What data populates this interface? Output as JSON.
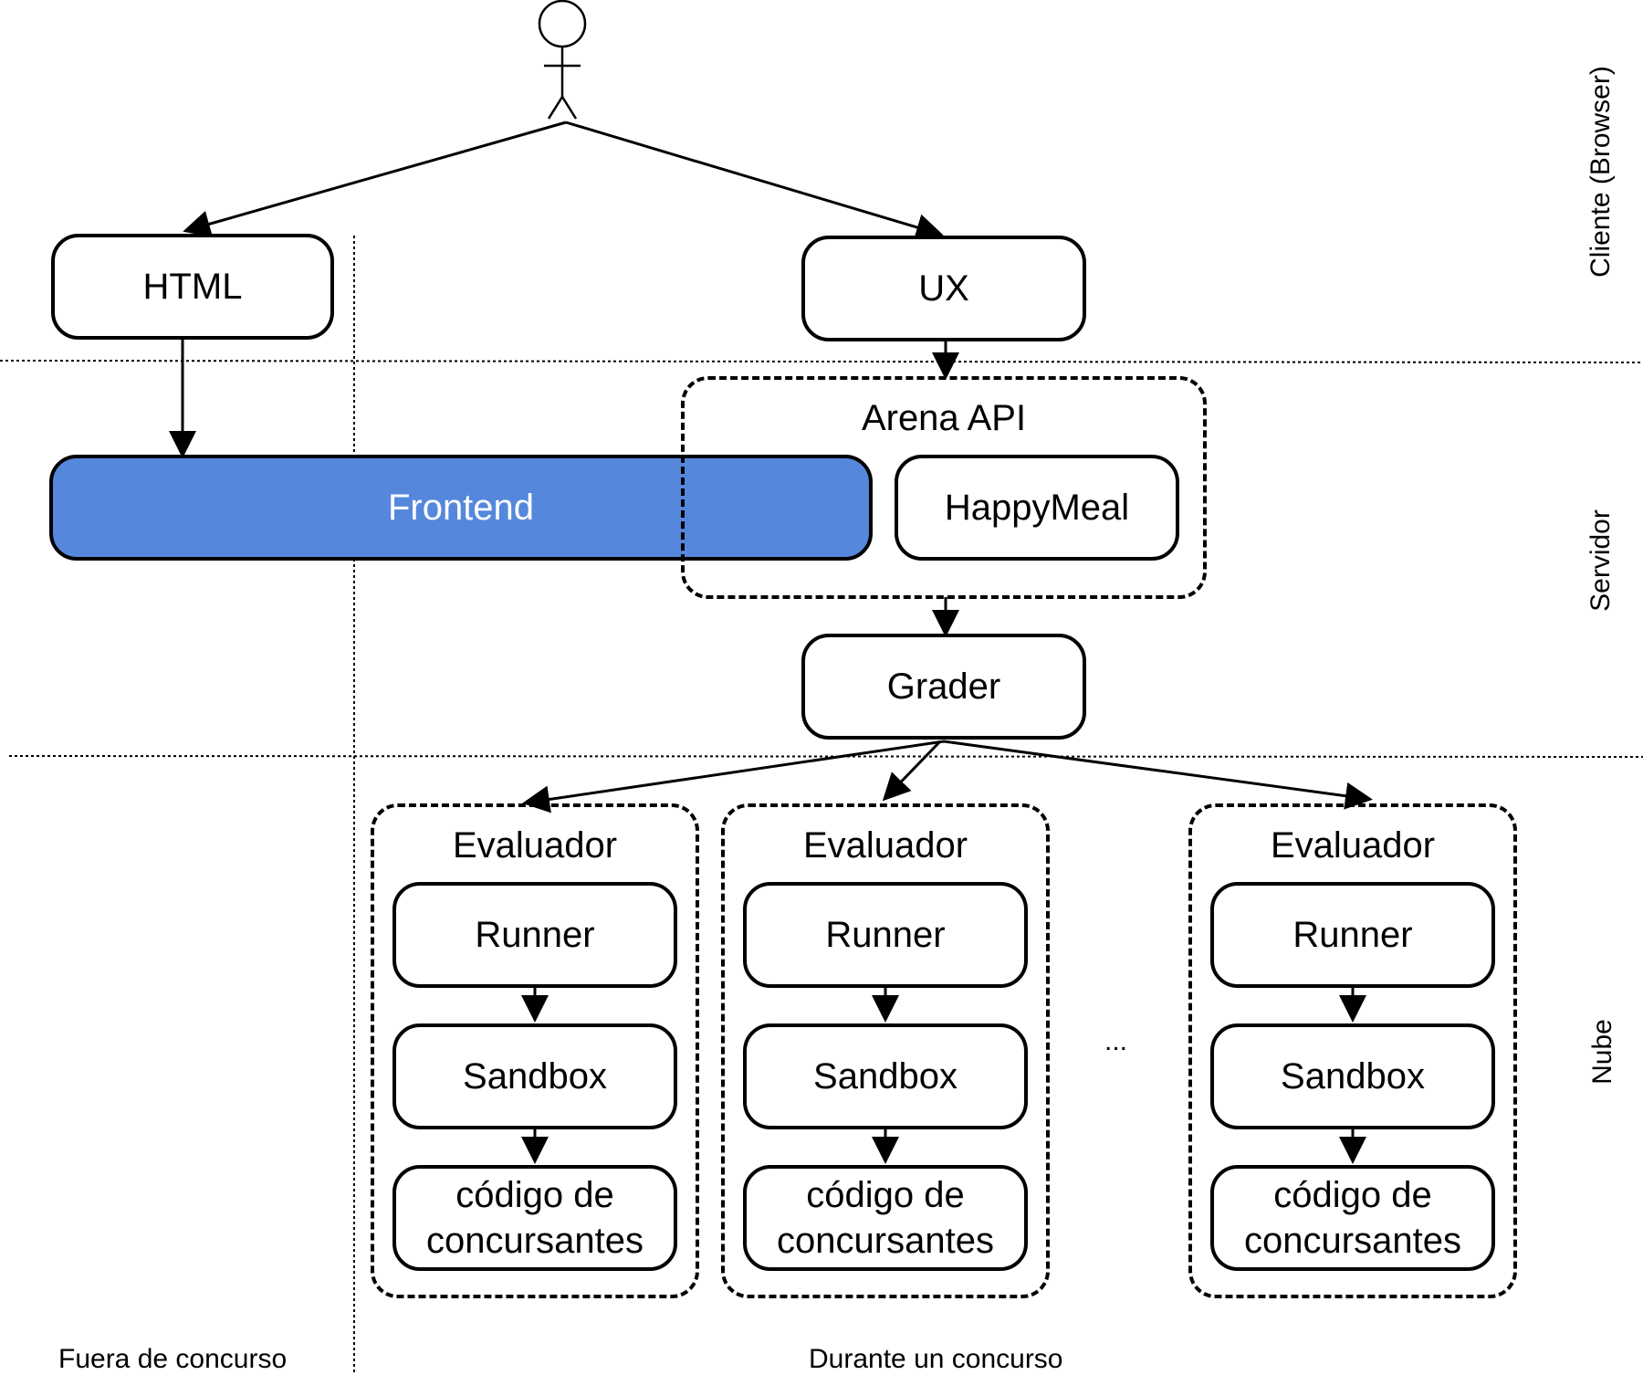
{
  "actor": {
    "icon": "user-icon"
  },
  "zones": {
    "client": "Cliente (Browser)",
    "server": "Servidor",
    "cloud": "Nube"
  },
  "columns": {
    "outside": "Fuera de concurso",
    "during": "Durante un concurso"
  },
  "nodes": {
    "html": "HTML",
    "ux": "UX",
    "frontend": "Frontend",
    "arena_api": "Arena API",
    "happymeal": "HappyMeal",
    "grader": "Grader"
  },
  "evaluators": [
    {
      "title": "Evaluador",
      "runner": "Runner",
      "sandbox": "Sandbox",
      "code": "código de concursantes"
    },
    {
      "title": "Evaluador",
      "runner": "Runner",
      "sandbox": "Sandbox",
      "code": "código de concursantes"
    },
    {
      "title": "Evaluador",
      "runner": "Runner",
      "sandbox": "Sandbox",
      "code": "código de concursantes"
    }
  ],
  "ellipsis": "...",
  "colors": {
    "frontend": "#5588dd",
    "stroke": "#000000"
  }
}
